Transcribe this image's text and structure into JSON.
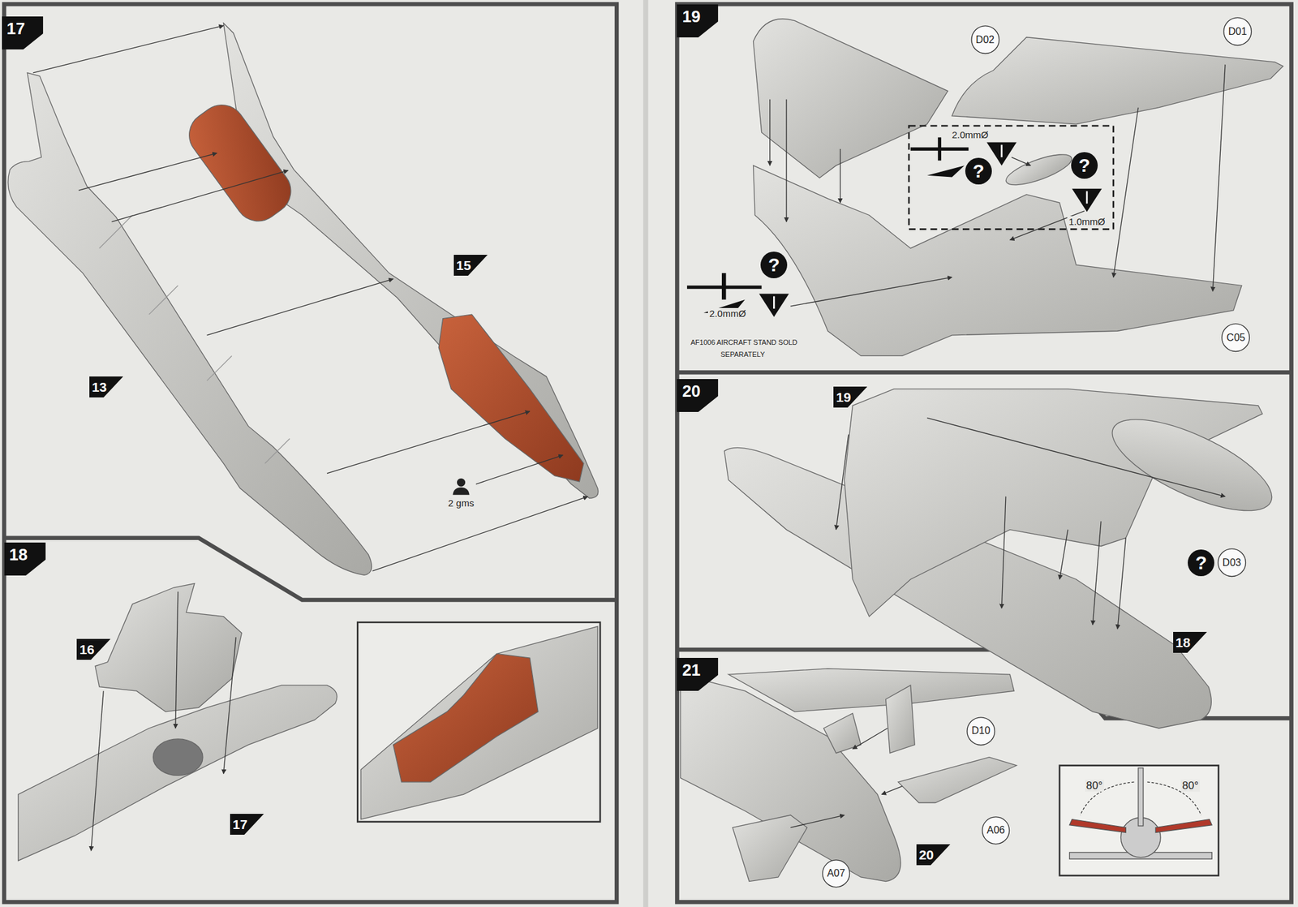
{
  "diagram": {
    "nodes": [
      {
        "text": [
          "17"
        ]
      },
      {
        "text": [
          "15"
        ]
      },
      {
        "text": [
          "13"
        ]
      },
      {
        "text": [
          "18"
        ]
      },
      {
        "text": [
          "16"
        ]
      },
      {
        "text": [
          "17"
        ]
      },
      {
        "text": [
          "19"
        ]
      },
      {
        "text": [
          "D02"
        ]
      },
      {
        "text": [
          "D01"
        ]
      },
      {
        "text": [
          "?"
        ]
      },
      {
        "text": [
          "?"
        ]
      },
      {
        "text": [
          "?"
        ]
      },
      {
        "text": [
          "C05"
        ]
      },
      {
        "text": [
          "20"
        ]
      },
      {
        "text": [
          "19"
        ]
      },
      {
        "text": [
          "?"
        ]
      },
      {
        "text": [
          "D03"
        ]
      },
      {
        "text": [
          "18"
        ]
      },
      {
        "text": [
          "21"
        ]
      },
      {
        "text": [
          "D10"
        ]
      },
      {
        "text": [
          "A06"
        ]
      },
      {
        "text": [
          "A07"
        ]
      },
      {
        "text": [
          "20"
        ]
      }
    ],
    "labels": [
      "2 gms",
      "2.0mmØ",
      "1.0mmØ",
      "2.0mmØ",
      "AF1006 AIRCRAFT STAND SOLD SEPARATELY",
      "80°",
      "80°"
    ]
  }
}
